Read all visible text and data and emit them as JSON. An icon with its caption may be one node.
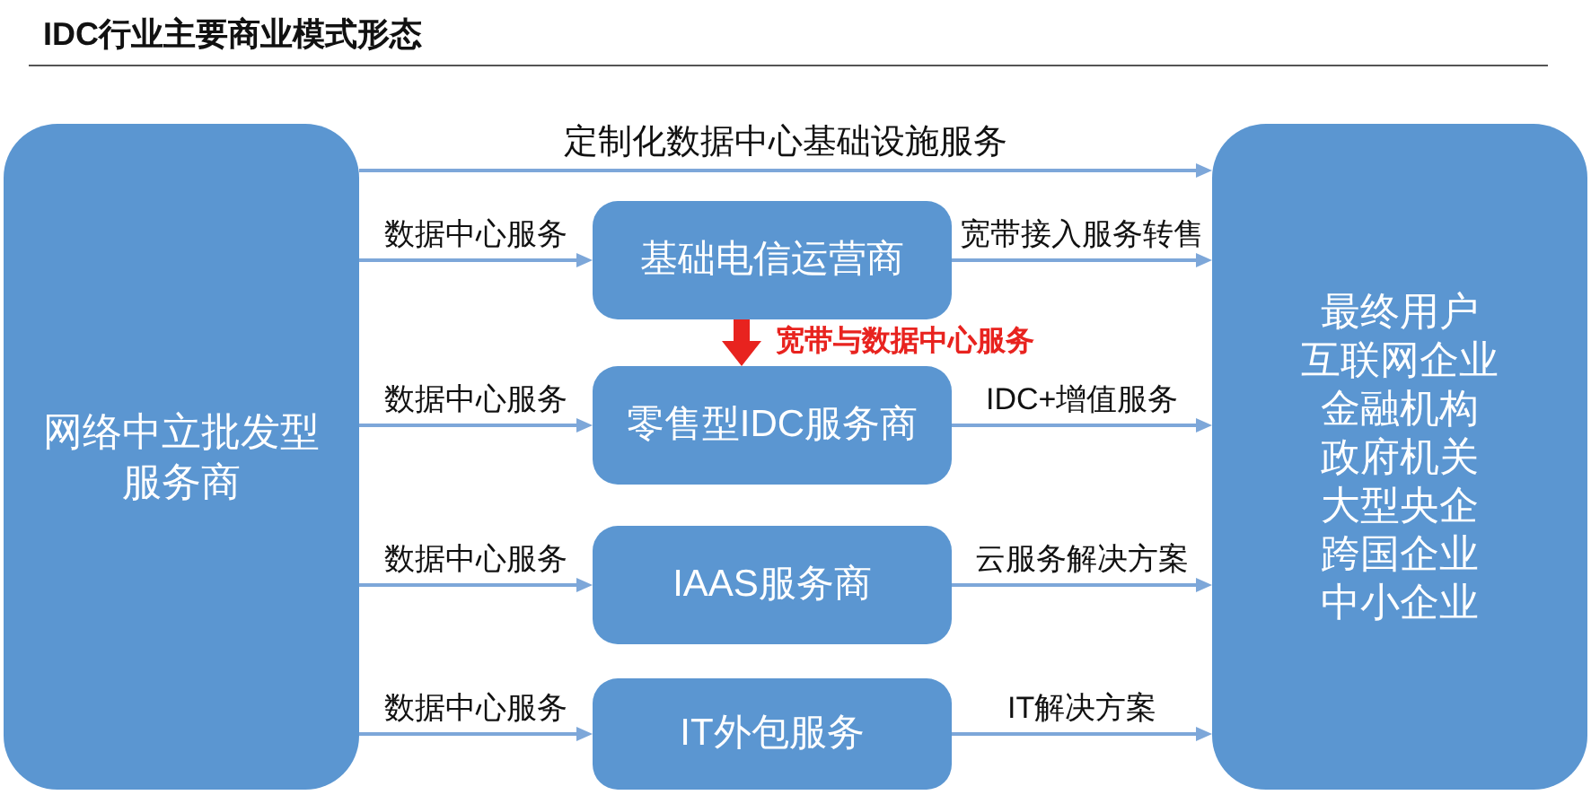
{
  "diagram": {
    "title": "IDC行业主要商业模式形态",
    "nodes": [
      {
        "text": [
          "网络中立批发型服务商"
        ]
      },
      {
        "text": [
          "基础电信运营商"
        ]
      },
      {
        "text": [
          "零售型IDC服务商"
        ]
      },
      {
        "text": [
          "IAAS服务商"
        ]
      },
      {
        "text": [
          "IT外包服务"
        ]
      },
      {
        "text": [
          "最终用户",
          "互联网企业",
          "金融机构",
          "政府机关",
          "大型央企",
          "跨国企业",
          "中小企业"
        ]
      }
    ],
    "edges": [
      {
        "from": 0,
        "to": 5,
        "arrow": "to",
        "label": "定制化数据中心基础设施服务"
      },
      {
        "from": 0,
        "to": 1,
        "arrow": "to",
        "label": "数据中心服务"
      },
      {
        "from": 1,
        "to": 5,
        "arrow": "to",
        "label": "宽带接入服务转售"
      },
      {
        "from": 1,
        "to": 2,
        "arrow": "to",
        "label": "宽带与数据中心服务",
        "style": "thick",
        "color": "#e8231f"
      },
      {
        "from": 0,
        "to": 2,
        "arrow": "to",
        "label": "数据中心服务"
      },
      {
        "from": 2,
        "to": 5,
        "arrow": "to",
        "label": "IDC+增值服务"
      },
      {
        "from": 0,
        "to": 3,
        "arrow": "to",
        "label": "数据中心服务"
      },
      {
        "from": 3,
        "to": 5,
        "arrow": "to",
        "label": "云服务解决方案"
      },
      {
        "from": 0,
        "to": 4,
        "arrow": "to",
        "label": "数据中心服务"
      },
      {
        "from": 4,
        "to": 5,
        "arrow": "to",
        "label": "IT解决方案"
      }
    ]
  }
}
